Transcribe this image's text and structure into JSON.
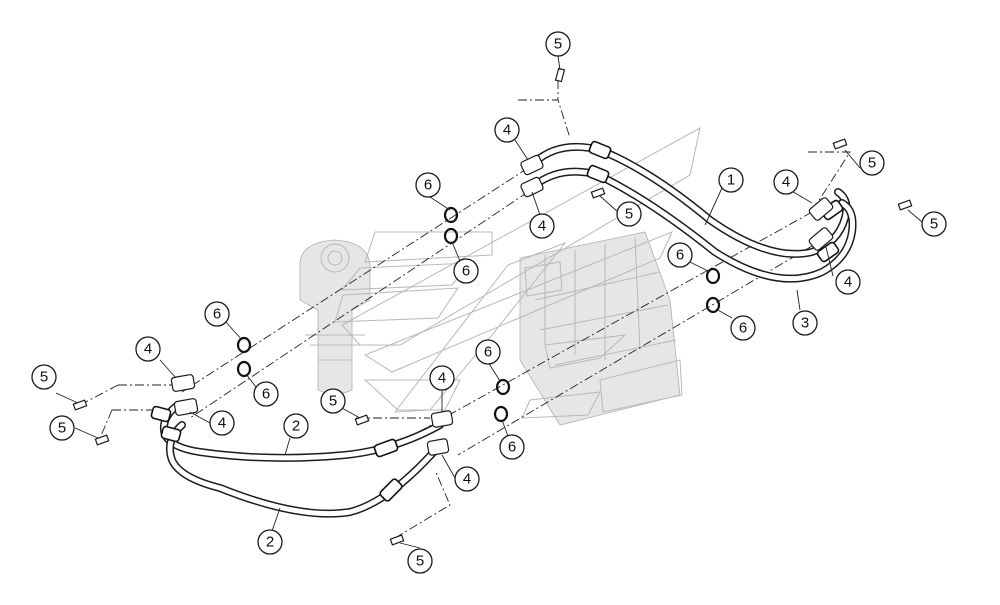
{
  "diagram": {
    "type": "exploded-parts-diagram",
    "callout_labels": {
      "hose_upper": "1",
      "hose_lower": "2",
      "hose_right": "3",
      "flange_half": "4",
      "bolt": "5",
      "o_ring": "6"
    }
  }
}
